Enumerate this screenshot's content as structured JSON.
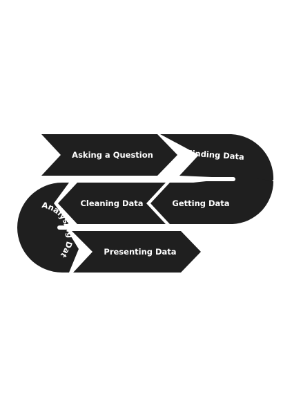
{
  "steps": [
    {
      "id": "asking",
      "label": "Asking a Question"
    },
    {
      "id": "finding",
      "label": "Finding Data"
    },
    {
      "id": "getting",
      "label": "Getting Data"
    },
    {
      "id": "cleaning",
      "label": "Cleaning Data"
    },
    {
      "id": "analysing",
      "label": "Analysing Data"
    },
    {
      "id": "presenting",
      "label": "Presenting Data"
    }
  ],
  "colors": {
    "shape": "#1f1f1f",
    "text": "#ffffff",
    "background": "#ffffff"
  }
}
